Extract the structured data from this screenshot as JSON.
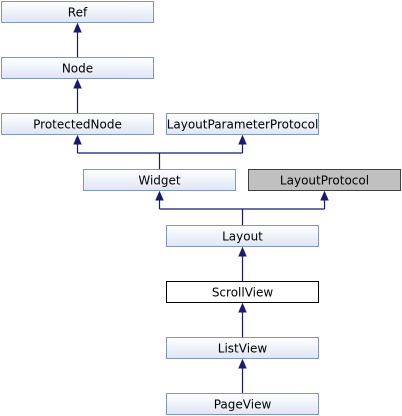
{
  "colors": {
    "node_fill_top": "#ffffff",
    "node_fill_bottom": "#dde6f3",
    "node_border": "#8394bd",
    "current_fill": "#ffffff",
    "current_border": "#000000",
    "external_fill": "#c0c0c0",
    "external_border": "#404040",
    "edge": "#191970"
  },
  "nodes": [
    {
      "id": "ref",
      "label": "Ref",
      "style": "normal"
    },
    {
      "id": "node",
      "label": "Node",
      "style": "normal"
    },
    {
      "id": "protectednode",
      "label": "ProtectedNode",
      "style": "normal"
    },
    {
      "id": "layoutparameterprotocol",
      "label": "LayoutParameterProtocol",
      "style": "normal"
    },
    {
      "id": "widget",
      "label": "Widget",
      "style": "normal"
    },
    {
      "id": "layoutprotocol",
      "label": "LayoutProtocol",
      "style": "external"
    },
    {
      "id": "layout",
      "label": "Layout",
      "style": "normal"
    },
    {
      "id": "scrollview",
      "label": "ScrollView",
      "style": "current"
    },
    {
      "id": "listview",
      "label": "ListView",
      "style": "normal"
    },
    {
      "id": "pageview",
      "label": "PageView",
      "style": "normal"
    }
  ],
  "edges": [
    {
      "from": "node",
      "to": "ref"
    },
    {
      "from": "protectednode",
      "to": "node"
    },
    {
      "from": "widget",
      "to": "protectednode"
    },
    {
      "from": "widget",
      "to": "layoutparameterprotocol"
    },
    {
      "from": "layout",
      "to": "widget"
    },
    {
      "from": "layout",
      "to": "layoutprotocol"
    },
    {
      "from": "scrollview",
      "to": "layout"
    },
    {
      "from": "listview",
      "to": "scrollview"
    },
    {
      "from": "pageview",
      "to": "listview"
    }
  ]
}
